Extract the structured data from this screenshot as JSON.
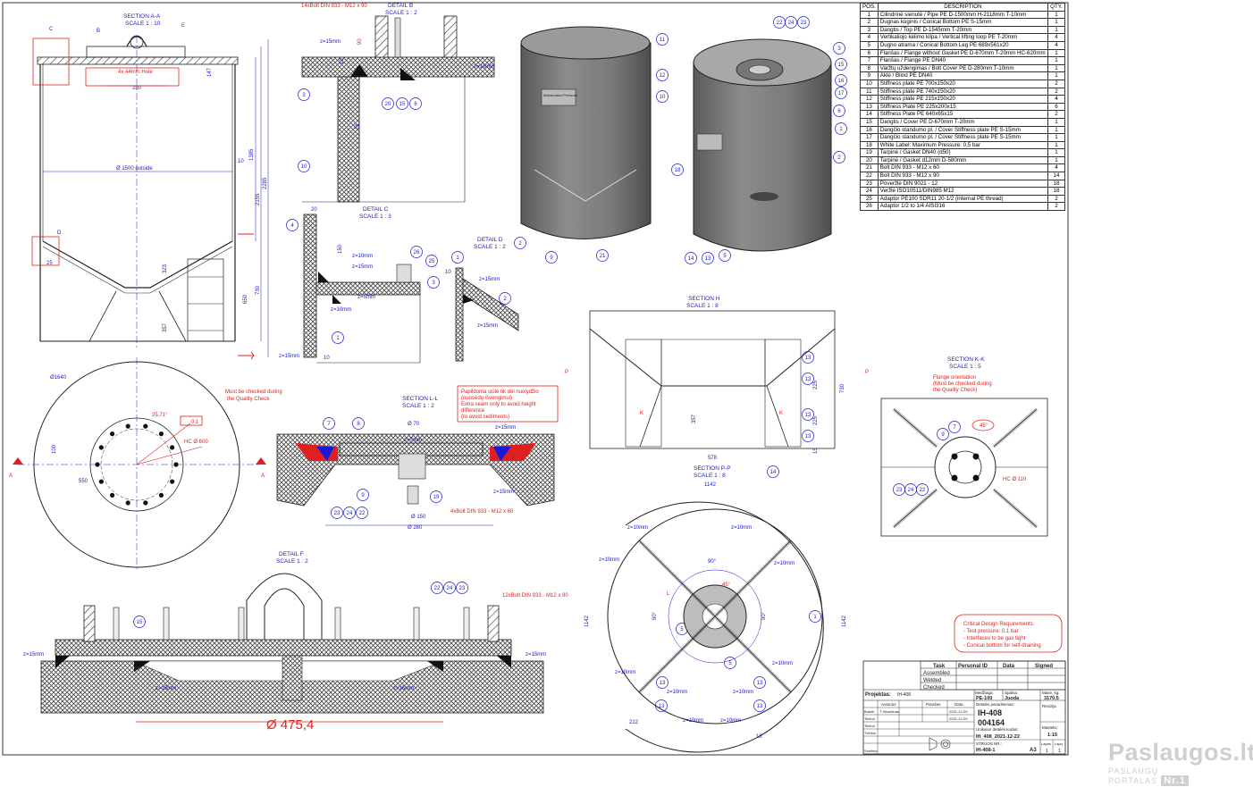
{
  "views": {
    "section_aa": {
      "title": "SECTION A-A",
      "scale": "SCALE 1 : 10",
      "hole_label": "4x 44mm Hole",
      "dim_280": "280",
      "dim_147": "147",
      "dim_diameter": "Ø 1500 outside",
      "dim_10": "10",
      "dim_1385": "1385",
      "dim_2155": "2155",
      "dim_2285": "2285",
      "dim_323": "323",
      "dim_650": "650",
      "dim_730": "730",
      "dim_357": "357",
      "dim_25": "25",
      "callout_b": "B",
      "callout_c": "C",
      "callout_d": "D",
      "callout_e": "E"
    },
    "detail_b": {
      "title": "DETAIL B",
      "scale": "SCALE 1 : 2",
      "bolt_label": "14xBolt DIN 933 - M12 x 90",
      "z15": "z=15mm",
      "dim_20": "20",
      "dim_90": "90",
      "dim_10": "10"
    },
    "detail_c": {
      "title": "DETAIL C",
      "scale": "SCALE 1 : 3",
      "z10": "z=10mm",
      "z5": "z=5mm",
      "z15": "z=15mm",
      "dim_20": "20",
      "dim_150": "150",
      "dim_10": "10"
    },
    "detail_d": {
      "title": "DETAIL D",
      "scale": "SCALE 1 : 2",
      "z15": "z=15mm",
      "dim_10": "10"
    },
    "bottom_plan": {
      "dim_1640": "Ø1640",
      "dim_550": "550",
      "dim_100": "100",
      "angle": "25,71°",
      "tol": "0.1",
      "pcd": "HC Ø 600",
      "note1": "Must be checked during",
      "note2": "the Quality Check",
      "arrow_a": "A"
    },
    "section_ll": {
      "title": "SECTION L-L",
      "scale": "SCALE 1 : 2",
      "note1": "Papildoma siūlė tik dėl nuolydžio",
      "note2": "(nuosėdų išvengimui)",
      "note3": "Extra seam only to avoid height",
      "note4": "difference",
      "note5": "(to avoid sediments)",
      "dim_70": "Ø 70",
      "dim_150": "Ø 150",
      "dim_280": "Ø 280",
      "z7": "z=7mm",
      "z15": "z=15mm",
      "bolt": "4xBolt DIN 933 - M12 x 60"
    },
    "detail_f": {
      "title": "DETAIL F",
      "scale": "SCALE 1 : 2",
      "bolt": "12xBolt DIN 933 - M12 x 90",
      "z15": "z=15mm",
      "dim_4754": "Ø 475,4"
    },
    "section_hh": {
      "title": "SECTION H",
      "scale": "SCALE 1 : 8",
      "dim_578": "578",
      "dim_357": "357",
      "dim_730": "730",
      "dim_225": "225",
      "dim_15": "15",
      "p_label": "P",
      "k_label": "K"
    },
    "section_pp": {
      "title": "SECTION P-P",
      "scale": "SCALE 1 : 8",
      "dim_1142": "1142",
      "z10": "z=10mm",
      "angle_90": "90°",
      "angle_45": "45°",
      "dim_212": "212",
      "dim_18": "18",
      "callout_l": "L"
    },
    "section_kk": {
      "title": "SECTION K-K",
      "scale": "SCALE 1 : 5",
      "note1": "Flange orientation",
      "note2": "(Must be checked during",
      "note3": "the Quality Check)",
      "angle": "45°",
      "pcd": "HC Ø 110"
    },
    "iso_tank_label": "Maksimalus Pressure",
    "requirements": {
      "title": "Critical Design Requirements:",
      "r1": "- Test pressure: 0,1 bar",
      "r2": "- Interfaces to be gas tight",
      "r3": "- Conical bottom for self-draining"
    }
  },
  "bom": {
    "headers": [
      "POS.",
      "DESCRIPTION",
      "QTY."
    ],
    "rows": [
      [
        "1",
        "Cilindrinė sienutė / Pipe PE D-1500mm H-2118mm T-10mm",
        "1"
      ],
      [
        "2",
        "Dugnas kūginis / Conical Bottom PE S-15mm",
        "1"
      ],
      [
        "3",
        "Dangtis / Top PE D-1545mm T-20mm",
        "1"
      ],
      [
        "4",
        "Vertikaliojo kėlimo kilpa / Vertical lifting loop PE T-20mm",
        "4"
      ],
      [
        "5",
        "Dugno atrama / Conical Bottom Leg PE 689x561x20",
        "4"
      ],
      [
        "6",
        "Flanšas / Flange without Gasket PE D-670mm T-20mm HC-620mm",
        "1"
      ],
      [
        "7",
        "Flanšas / Flange PE DN40",
        "1"
      ],
      [
        "8",
        "Varžtų uždengimas / Bolt Cover PE D-280mm T-10mm",
        "1"
      ],
      [
        "9",
        "Aklė / Blind PE DN40",
        "1"
      ],
      [
        "10",
        "Stiffness plate PE 700x150x20",
        "2"
      ],
      [
        "11",
        "Stiffness plate PE 740x150x20",
        "2"
      ],
      [
        "12",
        "Stiffness plate PE 215x150x20",
        "4"
      ],
      [
        "13",
        "Stiffness Plate PE 225x200x15",
        "6"
      ],
      [
        "14",
        "Stiffness Plate PE 640x65x15",
        "2"
      ],
      [
        "15",
        "Dangtis / Cover PE D-670mm T-20mm",
        "1"
      ],
      [
        "16",
        "Dangčio standumo pl. / Cover Stiffness plate PE S-15mm",
        "1"
      ],
      [
        "17",
        "Dangčio standumo pl. / Cover Stiffness plate PE S-15mm",
        "1"
      ],
      [
        "18",
        "White Label: Maximum Pressure: 0,5 bar",
        "1"
      ],
      [
        "19",
        "Tarpinė / Gasket DN40 (d50)",
        "1"
      ],
      [
        "20",
        "Tarpinė / Gasket d12mm D-580mm",
        "1"
      ],
      [
        "21",
        "Bolt DIN 933 - M12 x 60",
        "4"
      ],
      [
        "22",
        "Bolt DIN 933 - M12 x 90",
        "14"
      ],
      [
        "23",
        "Poveržlė DIN 9021 - 12",
        "18"
      ],
      [
        "24",
        "Veržlė ISO10511/DIN985 M12",
        "18"
      ],
      [
        "25",
        "Adaptor PE100 SDR11 20-1/2 (internal PE thread)",
        "2"
      ],
      [
        "26",
        "Adaptor 1/2 to 1/4 AISI316",
        "2"
      ]
    ]
  },
  "title_block": {
    "task": "Task",
    "personal_id": "Personal ID",
    "data": "Data",
    "signed": "Signed",
    "assembled": "Assembled",
    "welded": "Welded",
    "checked": "Checked",
    "projektas_label": "Projektas:",
    "projektas": "IH-408",
    "medziaga_label": "Medžiaga:",
    "medziaga": "PE-100",
    "spalva_label": "Spalva:",
    "spalva": "Juoda",
    "mase_label": "Masė, kg:",
    "mase": "3170.5",
    "autorius": "Autorius",
    "parasas": "Parašas",
    "data2": "Data",
    "braize": "Braižė",
    "braize_name": "T. Brazbinas",
    "braize_date": "2021-12-29",
    "tikrino": "Tikrino",
    "tikrino_date": "2021-12-29",
    "detales_pav_label": "Detalės pavadinimas:",
    "detales_pav": "IH-408",
    "detales_nr": "004164",
    "unikalus_label": "Unikalus detalės kodas:",
    "unikalus": "IH_408_2021-12-22",
    "revizija": "Revizija",
    "mastelis_label": "Mastelis:",
    "mastelis": "1:15",
    "sturlis_label": "STRUOS NR.:",
    "sturlis": "IH-408-1",
    "format": "A3",
    "lapas": "Lapas",
    "lapu": "Lapų",
    "lapas_n": "1",
    "lapu_n": "1",
    "tvirtino": "Tvirtino",
    "tikrino2": "Tikrino",
    "svetima": "Svetima"
  },
  "watermark": {
    "brand": "Paslaugos.lt",
    "tagline": "PASLAUGŲ PORTALAS",
    "badge": "Nr.1"
  },
  "colors": {
    "line": "#222222",
    "dim_blue": "#1a1ad6",
    "red": "#e02020",
    "hatch": "#555555",
    "solid_gray": "#6e6e6e",
    "bg": "#ffffff"
  }
}
